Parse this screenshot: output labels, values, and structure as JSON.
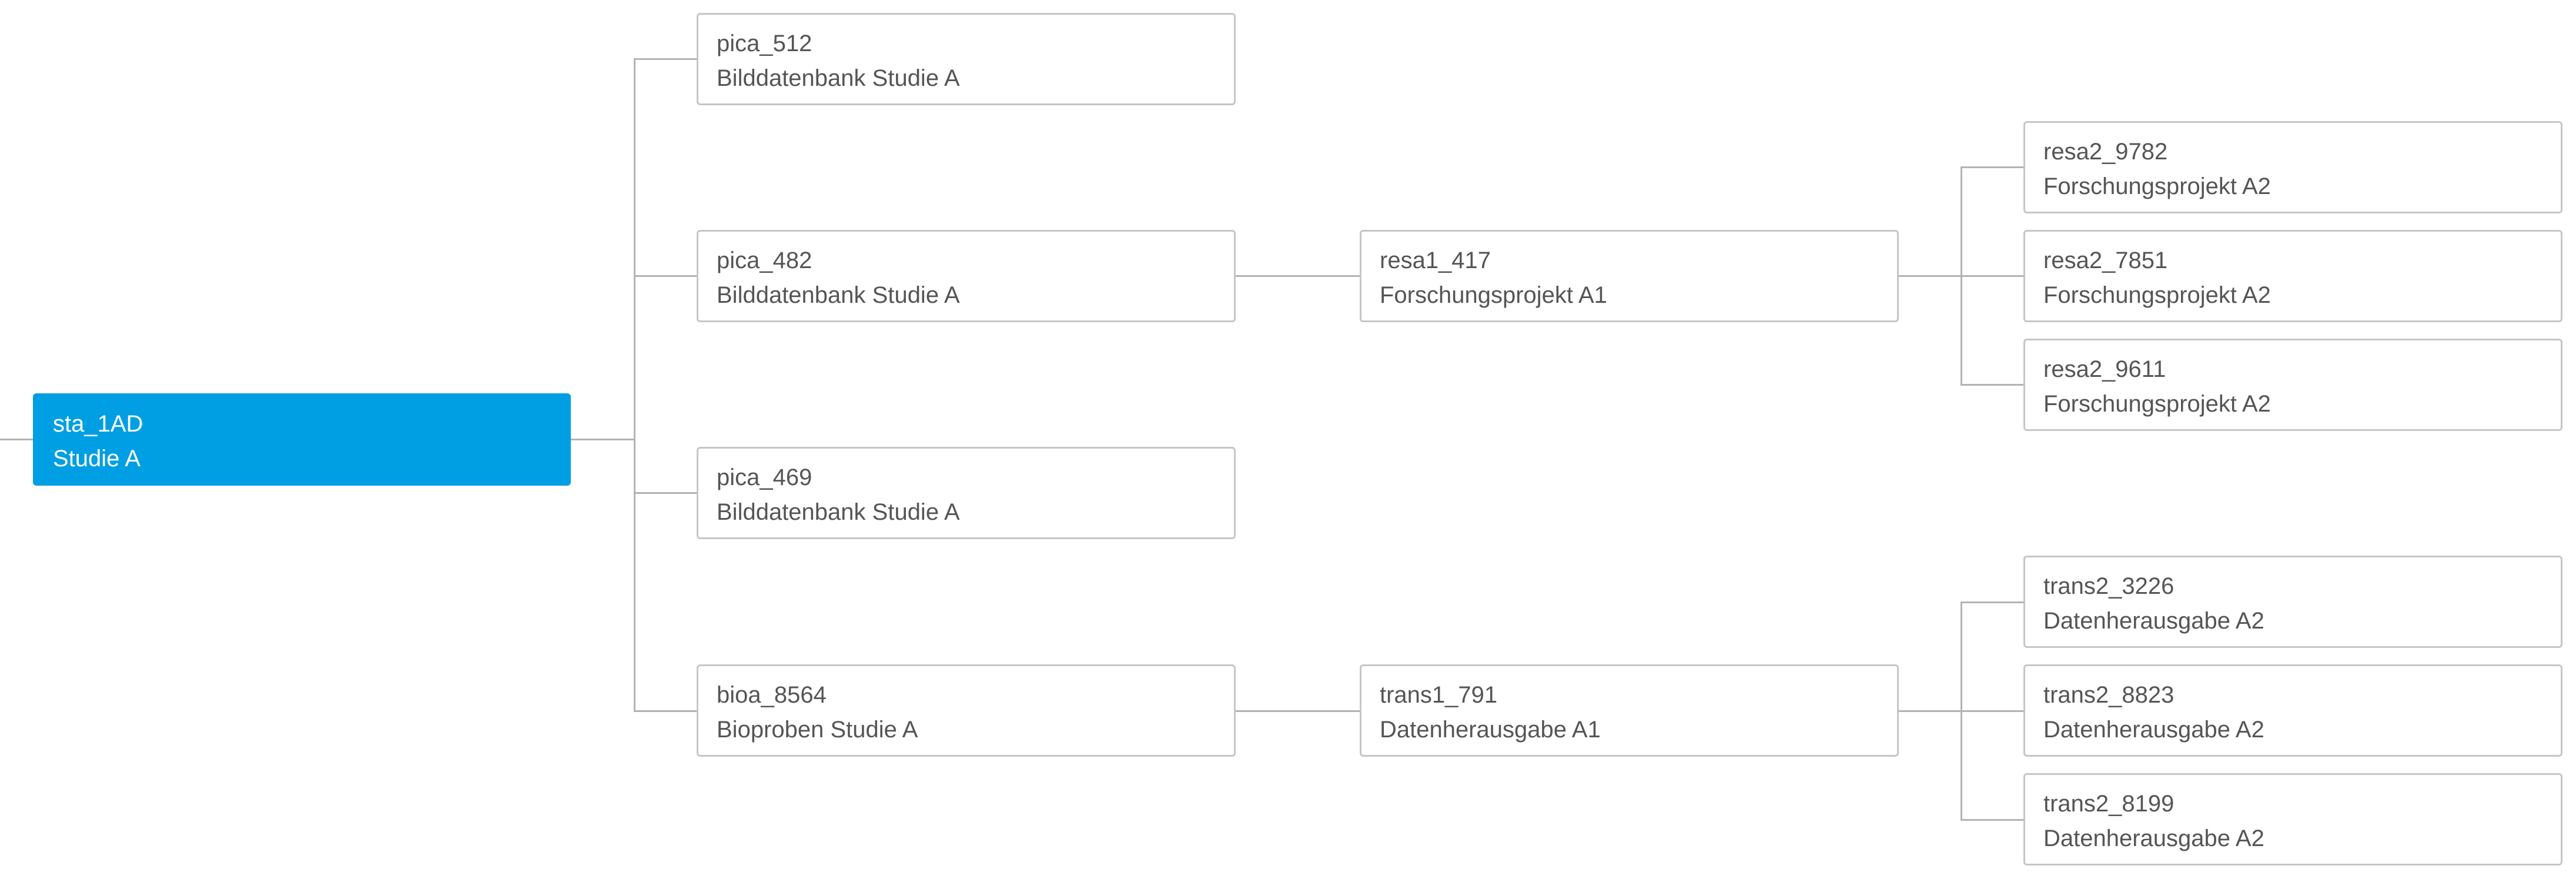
{
  "tree": {
    "root": {
      "id": "sta_1AD",
      "label": "Studie A"
    },
    "level1": [
      {
        "id": "pica_512",
        "label": "Bilddatenbank Studie A"
      },
      {
        "id": "pica_482",
        "label": "Bilddatenbank Studie A"
      },
      {
        "id": "pica_469",
        "label": "Bilddatenbank Studie A"
      },
      {
        "id": "bioa_8564",
        "label": "Bioproben Studie A"
      }
    ],
    "level2": [
      {
        "id": "resa1_417",
        "label": "Forschungsprojekt A1"
      },
      {
        "id": "trans1_791",
        "label": "Datenherausgabe A1"
      }
    ],
    "level3": [
      {
        "id": "resa2_9782",
        "label": "Forschungsprojekt A2"
      },
      {
        "id": "resa2_7851",
        "label": "Forschungsprojekt A2"
      },
      {
        "id": "resa2_9611",
        "label": "Forschungsprojekt A2"
      },
      {
        "id": "trans2_3226",
        "label": "Datenherausgabe A2"
      },
      {
        "id": "trans2_8823",
        "label": "Datenherausgabe A2"
      },
      {
        "id": "trans2_8199",
        "label": "Datenherausgabe A2"
      }
    ]
  }
}
